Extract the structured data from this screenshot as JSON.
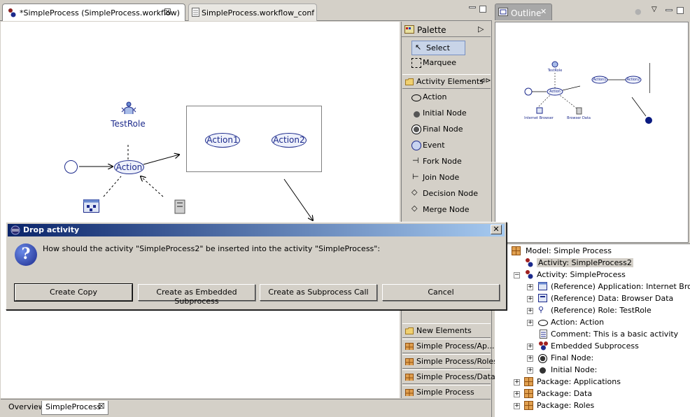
{
  "editor": {
    "tabs": [
      {
        "label": "*SimpleProcess (SimpleProcess.workflow)"
      },
      {
        "label": "SimpleProcess.workflow_conf"
      }
    ],
    "bottom_tabs": [
      {
        "label": "Overview"
      },
      {
        "label": "SimpleProcess"
      }
    ]
  },
  "diagram": {
    "nodes": {
      "role": "TestRole",
      "action": "Action",
      "action1": "Action1",
      "action2": "Action2"
    }
  },
  "palette": {
    "title": "Palette",
    "tools": [
      {
        "label": "Select",
        "icon": "cursor-icon"
      },
      {
        "label": "Marquee",
        "icon": "marquee-icon"
      }
    ],
    "drawer": "Activity Elements",
    "elements": [
      {
        "label": "Action",
        "icon": "action-icon"
      },
      {
        "label": "Initial Node",
        "icon": "initial-node-icon"
      },
      {
        "label": "Final Node",
        "icon": "final-node-icon"
      },
      {
        "label": "Event",
        "icon": "event-icon"
      },
      {
        "label": "Fork Node",
        "icon": "fork-node-icon"
      },
      {
        "label": "Join Node",
        "icon": "join-node-icon"
      },
      {
        "label": "Decision Node",
        "icon": "decision-node-icon"
      },
      {
        "label": "Merge Node",
        "icon": "merge-node-icon"
      }
    ],
    "drawers_bottom": [
      {
        "label": "New Elements"
      },
      {
        "label": "Simple Process/Ap..."
      },
      {
        "label": "Simple Process/Roles"
      },
      {
        "label": "Simple Process/Data"
      },
      {
        "label": "Simple Process"
      }
    ]
  },
  "outline": {
    "title": "Outline",
    "overview_labels": {
      "role": "TestRole",
      "action": "Action",
      "action1": "Action1",
      "action2": "Action2",
      "internet_browser": "Internet Browser",
      "browser_data": "Browser Data"
    },
    "tree": [
      {
        "label": "Model: Simple Process"
      },
      {
        "label": "Activity: SimpleProcess2"
      },
      {
        "label": "Activity: SimpleProcess"
      },
      {
        "label": "(Reference) Application: Internet Browser"
      },
      {
        "label": "(Reference) Data: Browser Data"
      },
      {
        "label": "(Reference) Role: TestRole"
      },
      {
        "label": "Action: Action"
      },
      {
        "label": "Comment: This is a basic activity"
      },
      {
        "label": "Embedded Subprocess"
      },
      {
        "label": "Final Node:"
      },
      {
        "label": "Initial Node:"
      },
      {
        "label": "Package: Applications"
      },
      {
        "label": "Package: Data"
      },
      {
        "label": "Package: Roles"
      }
    ]
  },
  "dialog": {
    "title": "Drop activity",
    "message": "How should the activity \"SimpleProcess2\" be inserted into the activity \"SimpleProcess\":",
    "buttons": {
      "copy": "Create Copy",
      "embedded": "Create as Embedded Subprocess",
      "call": "Create as Subprocess Call",
      "cancel": "Cancel"
    }
  },
  "colors": {
    "title_bar": "#0a246a",
    "node_border": "#1c2a8c",
    "selection": "#c8d4e8"
  }
}
